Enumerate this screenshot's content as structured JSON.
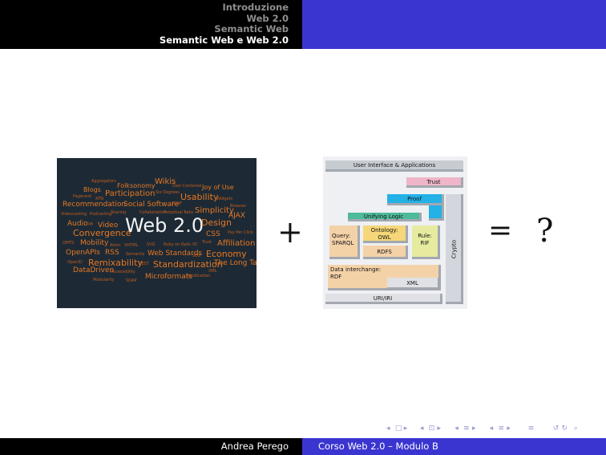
{
  "header": {
    "sections": [
      "Introduzione",
      "Web 2.0",
      "Semantic Web",
      "Semantic Web e Web 2.0"
    ],
    "active_index": 3
  },
  "slide": {
    "wordcloud": {
      "words": [
        {
          "text": "Aggregators",
          "color": "#c65a1a"
        },
        {
          "text": "Folksonomy",
          "color": "#e87722"
        },
        {
          "text": "Wikis",
          "color": "#e87722"
        },
        {
          "text": "Blogs",
          "color": "#e87722"
        },
        {
          "text": "User Centered",
          "color": "#c65a1a"
        },
        {
          "text": "Joy of Use",
          "color": "#e87722"
        },
        {
          "text": "Participation",
          "color": "#e87722"
        },
        {
          "text": "Six Degrees",
          "color": "#c65a1a"
        },
        {
          "text": "Usability",
          "color": "#e87722"
        },
        {
          "text": "Pagerank",
          "color": "#c65a1a"
        },
        {
          "text": "XFN",
          "color": "#c65a1a"
        },
        {
          "text": "Widgets",
          "color": "#c65a1a"
        },
        {
          "text": "Recommendation",
          "color": "#e87722"
        },
        {
          "text": "Social Software",
          "color": "#e87722"
        },
        {
          "text": "FOAF",
          "color": "#c65a1a"
        },
        {
          "text": "Browser",
          "color": "#c65a1a"
        },
        {
          "text": "Videocasting",
          "color": "#c65a1a"
        },
        {
          "text": "Podcasting",
          "color": "#c65a1a"
        },
        {
          "text": "Sharing",
          "color": "#c65a1a"
        },
        {
          "text": "Collaboration",
          "color": "#c65a1a"
        },
        {
          "text": "Perpetual Beta",
          "color": "#c65a1a"
        },
        {
          "text": "Simplicity",
          "color": "#e87722"
        },
        {
          "text": "AJAX",
          "color": "#e87722"
        },
        {
          "text": "Audio",
          "color": "#e87722"
        },
        {
          "text": "IM",
          "color": "#c65a1a"
        },
        {
          "text": "Video",
          "color": "#e87722"
        },
        {
          "text": "Web 2.0",
          "color": "#f2f2f2"
        },
        {
          "text": "Design",
          "color": "#e87722"
        },
        {
          "text": "Convergence",
          "color": "#e87722"
        },
        {
          "text": "CSS",
          "color": "#e87722"
        },
        {
          "text": "Pay Per Click",
          "color": "#c65a1a"
        },
        {
          "text": "UMTS",
          "color": "#c65a1a"
        },
        {
          "text": "Mobility",
          "color": "#e87722"
        },
        {
          "text": "Atom",
          "color": "#c65a1a"
        },
        {
          "text": "XHTML",
          "color": "#c65a1a"
        },
        {
          "text": "SVG",
          "color": "#c65a1a"
        },
        {
          "text": "Ruby on Rails",
          "color": "#c65a1a"
        },
        {
          "text": "VC",
          "color": "#c65a1a"
        },
        {
          "text": "Trust",
          "color": "#c65a1a"
        },
        {
          "text": "Affiliation",
          "color": "#e87722"
        },
        {
          "text": "OpenAPIs",
          "color": "#e87722"
        },
        {
          "text": "RSS",
          "color": "#e87722"
        },
        {
          "text": "Semantic",
          "color": "#c65a1a"
        },
        {
          "text": "Web Standards",
          "color": "#e87722"
        },
        {
          "text": "SEO",
          "color": "#c65a1a"
        },
        {
          "text": "Economy",
          "color": "#e87722"
        },
        {
          "text": "OpenID",
          "color": "#c65a1a"
        },
        {
          "text": "Remixability",
          "color": "#e87722"
        },
        {
          "text": "REST",
          "color": "#c65a1a"
        },
        {
          "text": "Standardization",
          "color": "#e87722"
        },
        {
          "text": "The Long Tail",
          "color": "#e87722"
        },
        {
          "text": "DataDriven",
          "color": "#e87722"
        },
        {
          "text": "Accessibility",
          "color": "#c65a1a"
        },
        {
          "text": "XML",
          "color": "#c65a1a"
        },
        {
          "text": "Microformats",
          "color": "#e87722"
        },
        {
          "text": "Syndication",
          "color": "#c65a1a"
        },
        {
          "text": "Modularity",
          "color": "#c65a1a"
        },
        {
          "text": "SOAP",
          "color": "#c65a1a"
        }
      ]
    },
    "plus": "+",
    "stack": {
      "user_interface": "User Interface & Applications",
      "trust": "Trust",
      "proof": "Proof",
      "unifying_logic": "Unifying Logic",
      "query": "Query:\nSPARQL",
      "ontology": "Ontology:\nOWL",
      "rule": "Rule:\nRIF",
      "rdfs": "RDFS",
      "crypto": "Crypto",
      "data_interchange": "Data interchange:\nRDF",
      "xml": "XML",
      "uri": "URI/IRI",
      "colors": {
        "ui": "#c7ccd3",
        "trust": "#f0b5c9",
        "proof": "#23b1e6",
        "logic": "#4dbb9b",
        "query": "#f4d2a8",
        "ontology": "#f5d77a",
        "rule": "#e6eba0",
        "rdfs": "#f4d2a8",
        "crypto": "#d3d6dc",
        "data": "#f4d2a8",
        "xml": "#dfe1e4",
        "uri": "#dfe1e4"
      }
    },
    "equals": "=",
    "question": "?"
  },
  "footer": {
    "author": "Andrea Perego",
    "course": "Corso Web 2.0 – Modulo B"
  },
  "beamer_nav": {
    "symbols": [
      "◂",
      "□",
      "▸",
      "◂",
      "⊡",
      "▸",
      "◂",
      "≡",
      "▸",
      "◂",
      "≡",
      "▸",
      "≡",
      "↺",
      "↻",
      "⌕"
    ]
  }
}
